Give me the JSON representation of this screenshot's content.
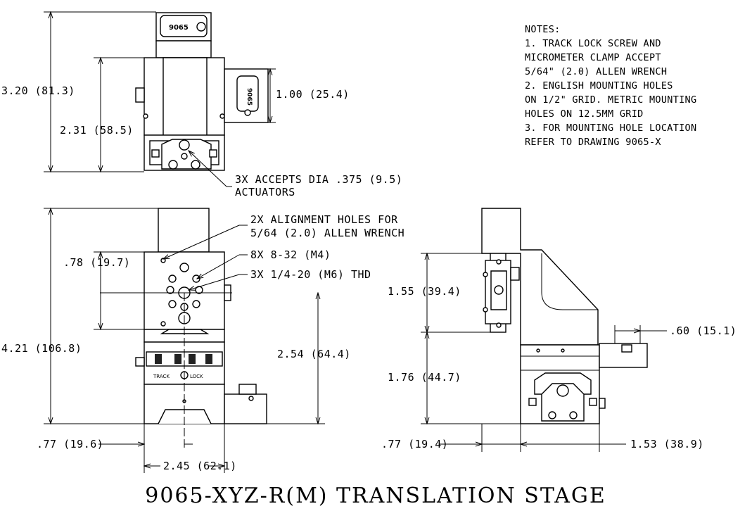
{
  "title": "9065-XYZ-R(M) TRANSLATION STAGE",
  "notes": {
    "heading": "NOTES:",
    "lines": [
      "1. TRACK LOCK SCREW AND",
      "MICROMETER CLAMP ACCEPT",
      "5/64\" (2.0) ALLEN WRENCH",
      "2. ENGLISH MOUNTING HOLES",
      "ON 1/2\" GRID. METRIC MOUNTING",
      "HOLES ON 12.5MM GRID",
      "3. FOR MOUNTING HOLE LOCATION",
      "REFER TO DRAWING 9065-X"
    ]
  },
  "dimensions": {
    "top_height_total": "3.20 (81.3)",
    "top_height_body": "2.31 (58.5)",
    "top_actuator_width": "1.00 (25.4)",
    "front_height_total": "4.21 (106.8)",
    "front_hole_offset": ".78 (19.7)",
    "front_height_mid": "2.54 (64.4)",
    "front_bottom_offset": ".77 (19.6)",
    "front_width": "2.45 (62.1)",
    "side_upper": "1.55 (39.4)",
    "side_lower": "1.76 (44.7)",
    "side_offset": ".60 (15.1)",
    "side_bottom_offset": ".77 (19.4)",
    "side_width": "1.53 (38.9)"
  },
  "callouts": {
    "actuators_line1": "3X ACCEPTS DIA .375 (9.5)",
    "actuators_line2": "ACTUATORS",
    "alignment_line1": "2X ALIGNMENT HOLES FOR",
    "alignment_line2": "5/64 (2.0) ALLEN WRENCH",
    "holes_m4": "8X 8-32 (M4)",
    "holes_m6": "3X 1/4-20 (M6) THD"
  },
  "labels": {
    "logo": "9065",
    "logo_rotated": "9065",
    "track": "TRACK",
    "lock": "LOCK"
  }
}
